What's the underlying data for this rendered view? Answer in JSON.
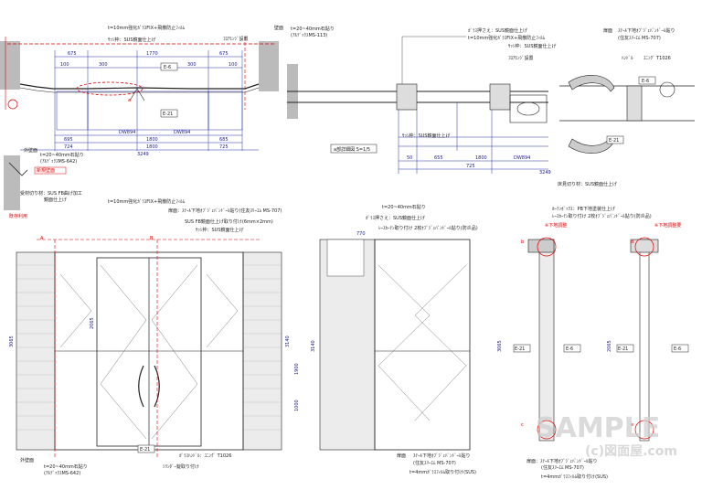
{
  "plan": {
    "labels": {
      "glass": "t=10mm強化ｶﾞﾗｽFIX+飛散防止ﾌｨﾙﾑ",
      "sash": "ｻｯｼ枠：SUS鏡面仕上げ",
      "flooring": "ﾌﾛｱﾋﾝｼﾞ設置",
      "wall_board": "壁面",
      "wall_panel": "t=20~40mm石貼り",
      "wall_panel_note": "(ｱﾙﾃﾞｯｸｽMS-113)",
      "outer_wall": "外壁面",
      "outer_wall_spec": "t=20~40mm石貼り",
      "outer_wall_note": "(ｱﾙﾃﾞｯｸｽMS-642)",
      "fixing": "受材切り材：SUS FB曲げ加工",
      "fixing2": "鏡面仕上げ",
      "new_wall": "新規壁面",
      "existing": "既存利用",
      "point_a": "a"
    },
    "dims_top": [
      "675",
      "1770",
      "675"
    ],
    "dims_top_sub": [
      "100",
      "300",
      "300",
      "100"
    ],
    "dims_bottom": [
      "695",
      "1800",
      "685"
    ],
    "dims_bottom2": [
      "724",
      "1800",
      "725"
    ],
    "dims_total": "3249",
    "mid_dims": [
      "DW894",
      "DW894"
    ],
    "tags": [
      "E-6",
      "E-21"
    ]
  },
  "detail": {
    "title": "a部詳細図  S=1/5",
    "labels": {
      "glass_press": "ｶﾞﾗｽ押さえ：SUS鏡面仕上げ",
      "glass": "t=10mm強化ｶﾞﾗｽFIX+飛散防止ﾌｨﾙﾑ",
      "sash": "ｻｯｼ枠：SUS鏡面仕上げ",
      "floor_hinge": "ﾌﾛｱﾋﾝｼﾞ設置",
      "sash2": "ｻｯｼ枠：SUS鏡面仕上げ",
      "floor_cut": "床見切り材：SUS鏡面仕上げ"
    },
    "dims": [
      "655",
      "1800",
      "50",
      "725",
      "DW894",
      "3249"
    ]
  },
  "handle_detail": {
    "labels": {
      "door": "扉面",
      "finish": "ｽﾃｰﾙ下地ｵﾌﾞｼﾞｪﾊﾞﾝﾄﾞｰﾙ貼り",
      "finish_note": "(住友ｽﾘｰｴﾑ MS-707)",
      "handle": "ﾊﾝﾄﾞﾙ",
      "handle_code": "ﾕﾆﾝｸﾞ T1026",
      "tag": "E-6",
      "tag2": "E-21"
    }
  },
  "elevation": {
    "labels": {
      "glass": "t=10mm強化ｶﾞﾗｽFIX+飛散防止ﾌｨﾙﾑ",
      "door": "扉面：ｽﾃｰﾙ下地ｵﾌﾞｼﾞｪﾊﾞﾝﾄﾞｰﾙ貼り(住友ｽﾘｰｴﾑ MS-707)",
      "sus_fb": "SUS FB鏡面仕上げ取り付け(6mm×2mm)",
      "sash": "ｻｯｼ枠：SUS鏡面仕上げ",
      "outer_wall": "外壁面",
      "outer_wall_spec": "t=20~40mm石貼り",
      "outer_wall_note": "(ｱﾙﾃﾞｯｸｽMS-642)",
      "handle": "ｶﾞﾗｽﾊﾝﾄﾞﾙ：ﾕﾆﾝｸﾞ T1026",
      "cylinder": "ｼﾘﾝﾀﾞｰ錠取り付け",
      "section_a": "A",
      "section_b": "B"
    },
    "heights": [
      "3065",
      "2065",
      "3140",
      "1900",
      "1000"
    ],
    "tags": [
      "E-6",
      "E-21"
    ]
  },
  "side_elevation": {
    "labels": {
      "wall": "t=20~40mm石貼り",
      "glass_press": "ｶﾞﾗｽ押さえ：SUS鏡面仕上げ",
      "sheet": "ﾚｰｽｶｰﾃﾝ取り付け 2枚ｵﾌﾞｼﾞｪﾊﾞﾝﾄﾞｰﾙ貼り(防炎品)",
      "door": "扉面",
      "door_spec": "ｽﾃｰﾙ下地ｵﾌﾞｼﾞｪﾊﾞﾝﾄﾞｰﾙ貼り",
      "door_note": "(住友ｽﾘｰｴﾑ MS-707)",
      "fix_glass": "t=4mmｶﾞﾗｽﾌｨﾙﾑ取り付け(SUS)"
    },
    "dims": [
      "770",
      "3140"
    ]
  },
  "section_right": {
    "labels": {
      "top": "ｶｰﾃﾝﾎﾞｯｸｽ：PB下地塗装仕上げ",
      "curtain": "ﾚｰｽｶｰﾃﾝ取り付け 2枚ｵﾌﾞｼﾞｪﾊﾞﾝﾄﾞｰﾙ貼り(防炎品)",
      "red1": "※下地調整",
      "red2": "※下地調整要",
      "bottom": "扉面：ｽﾃｰﾙ下地ｵﾌﾞｼﾞｪﾊﾞﾝﾄﾞｰﾙ貼り",
      "bottom2": "(住友ｽﾘｰｴﾑ MS-707)",
      "bottom3": "t=4mmｶﾞﾗｽﾌｨﾙﾑ取り付け(SUS)",
      "b": "b",
      "c": "c",
      "d": "d",
      "e": "e"
    },
    "tags": [
      "E-6",
      "E-21",
      "E-6",
      "E-21"
    ],
    "dims": [
      "3065",
      "2065"
    ]
  },
  "watermark": {
    "main": "SAMPLE",
    "sub": "(c)図面屋.com"
  }
}
